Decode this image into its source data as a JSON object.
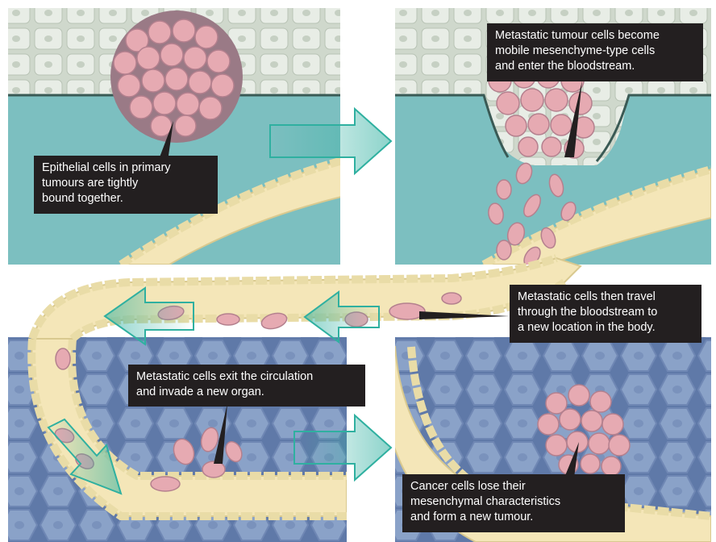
{
  "callouts": {
    "primary": "Epithelial cells in primary\ntumours are tightly\nbound together.",
    "mobile": "Metastatic tumour cells become\nmobile mesenchyme-type cells\nand enter the bloodstream.",
    "travel": "Metastatic cells then travel\nthrough the bloodstream to\na new location in the body.",
    "exit": "Metastatic cells exit the circulation\nand invade a new organ.",
    "new_tumour": "Cancer cells lose their\nmesenchymal characteristics\nand form a new tumour."
  },
  "colors": {
    "epithelium_bg": "#cfd8cc",
    "epithelium_cell": "#e8ede6",
    "stroma": "#7cbfc0",
    "organ_bg": "#5f79a8",
    "organ_cell": "#8aa2c8",
    "vessel_fill": "#f4e6b8",
    "vessel_wall": "#e9dca7",
    "tumour_cell": "#e6aab2",
    "tumour_nucleus": "#b98aa0",
    "arrow": "#2fb0a0",
    "callout_bg": "#231f20"
  }
}
